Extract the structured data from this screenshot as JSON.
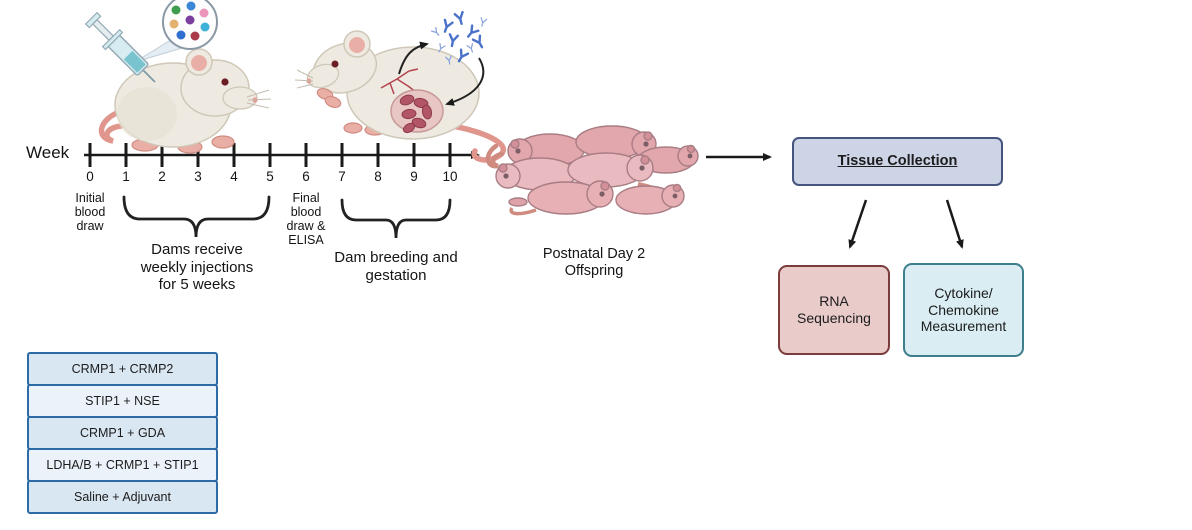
{
  "timeline": {
    "axis_label": "Week",
    "ticks": [
      "0",
      "1",
      "2",
      "3",
      "4",
      "5",
      "6",
      "7",
      "8",
      "9",
      "10"
    ],
    "annotations": {
      "initial_blood_draw": "Initial\nblood\ndraw",
      "final_blood_draw": "Final\nblood\ndraw &\nELISA",
      "injections_phase": "Dams receive\nweekly injections\nfor 5 weeks",
      "breeding_phase": "Dam breeding and\ngestation"
    }
  },
  "offspring": {
    "label": "Postnatal Day 2\nOffspring"
  },
  "flow": {
    "tissue_collection": "Tissue Collection",
    "rna_sequencing": "RNA\nSequencing",
    "cytokine_measurement": "Cytokine/\nChemokine\nMeasurement"
  },
  "legend": {
    "items": [
      "CRMP1 + CRMP2",
      "STIP1 + NSE",
      "CRMP1 + GDA",
      "LDHA/B + CRMP1 + STIP1",
      "Saline + Adjuvant"
    ]
  },
  "colors": {
    "tissue_box_fill": "#ccd4e6",
    "tissue_box_border": "#46557e",
    "rna_box_fill": "#e9cbca",
    "rna_box_border": "#7a3c3c",
    "cytokine_box_fill": "#d9edf3",
    "cytokine_box_border": "#3e7d8c",
    "legend_border": "#2d6ba6",
    "legend_fill_dark": "#d9e7f3",
    "legend_fill_light": "#ecf2f9",
    "antibody_blue": "#4a72c8",
    "mouse_body": "#eeeae1",
    "pup_pink": "#e6b0b4",
    "timeline_black": "#1a1a1a"
  },
  "illustrations": {
    "dam_injection": "mouse-with-syringe-and-antigen-mix-icon",
    "pregnant_dam": "pregnant-mouse-with-antibodies-icon",
    "offspring_litter": "rat-pup-litter-icon"
  }
}
